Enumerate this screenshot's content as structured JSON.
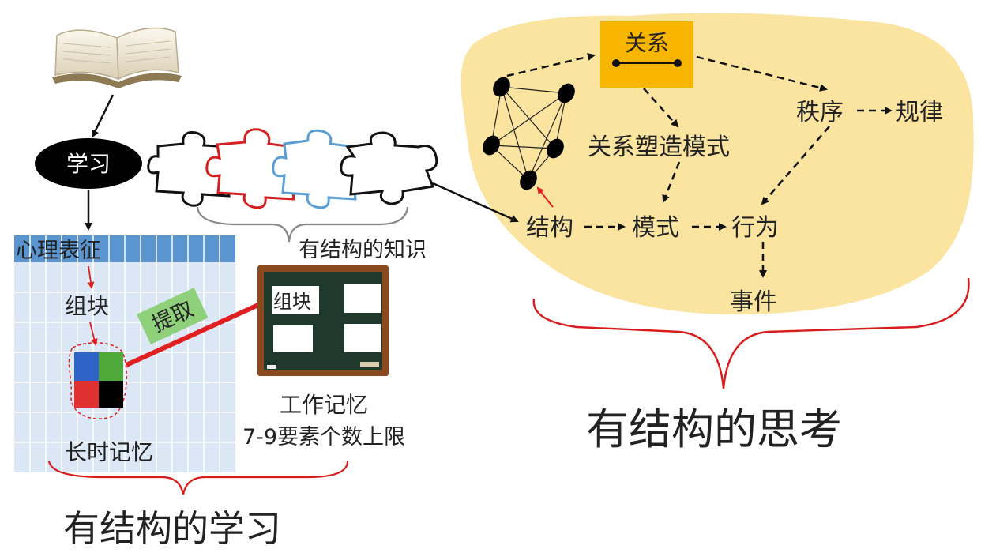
{
  "colors": {
    "cloud": "#fbe49f",
    "relation_box": "#f7b500",
    "grid_header": "#5b95d0",
    "grid_cell": "#dbe7f4",
    "grid_line": "#ffffff",
    "arrow_red": "#e02020",
    "brace_red": "#d81c1c",
    "extract_label_bg": "#8fd07a",
    "board_frame": "#8a4a1e",
    "board_surface": "#1f3a2c",
    "puzzle_red": "#d42020",
    "puzzle_blue": "#5a9fd4",
    "chunk_blue": "#2f63c8",
    "chunk_green": "#4ea83a",
    "chunk_red": "#e03030",
    "chunk_black": "#000000"
  },
  "icons": {
    "book": "open-book-icon",
    "puzzle": "jigsaw-puzzle-icon",
    "blackboard": "blackboard-icon",
    "network": "network-graph-icon"
  },
  "learning": {
    "study_label": "学习",
    "representation_label": "心理表征",
    "chunk_label": "组块",
    "long_term_memory_label": "长时记忆",
    "extract_label": "提取",
    "section_title": "有结构的学习"
  },
  "knowledge": {
    "label": "有结构的知识"
  },
  "working_memory": {
    "board_chunk_label": "组块",
    "label": "工作记忆",
    "limit_label": "7-9要素个数上限"
  },
  "thinking": {
    "relation_label": "关系",
    "relation_pattern_label": "关系塑造模式",
    "order_label": "秩序",
    "law_label": "规律",
    "structure_label": "结构",
    "pattern_label": "模式",
    "behavior_label": "行为",
    "event_label": "事件",
    "section_title": "有结构的思考"
  }
}
